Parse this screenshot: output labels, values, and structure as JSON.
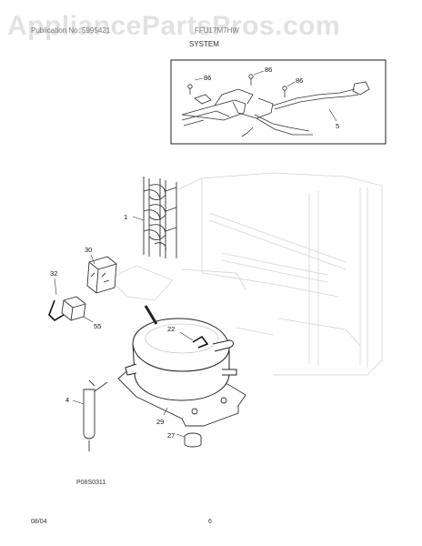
{
  "watermark": "AppliancePartsPros.com",
  "header": {
    "left_text": "Publication No. 5995421",
    "right_text": "FFU17M7HW",
    "section": "SYSTEM"
  },
  "callouts": {
    "c86a": "86",
    "c86b": "86",
    "c86c": "86",
    "c5": "5",
    "c1": "1",
    "c30": "30",
    "c32": "32",
    "c55": "55",
    "c22": "22",
    "c4": "4",
    "c29": "29",
    "c27": "27"
  },
  "part_code": "P08S0311",
  "footer": {
    "date": "08/04",
    "page": "6"
  }
}
